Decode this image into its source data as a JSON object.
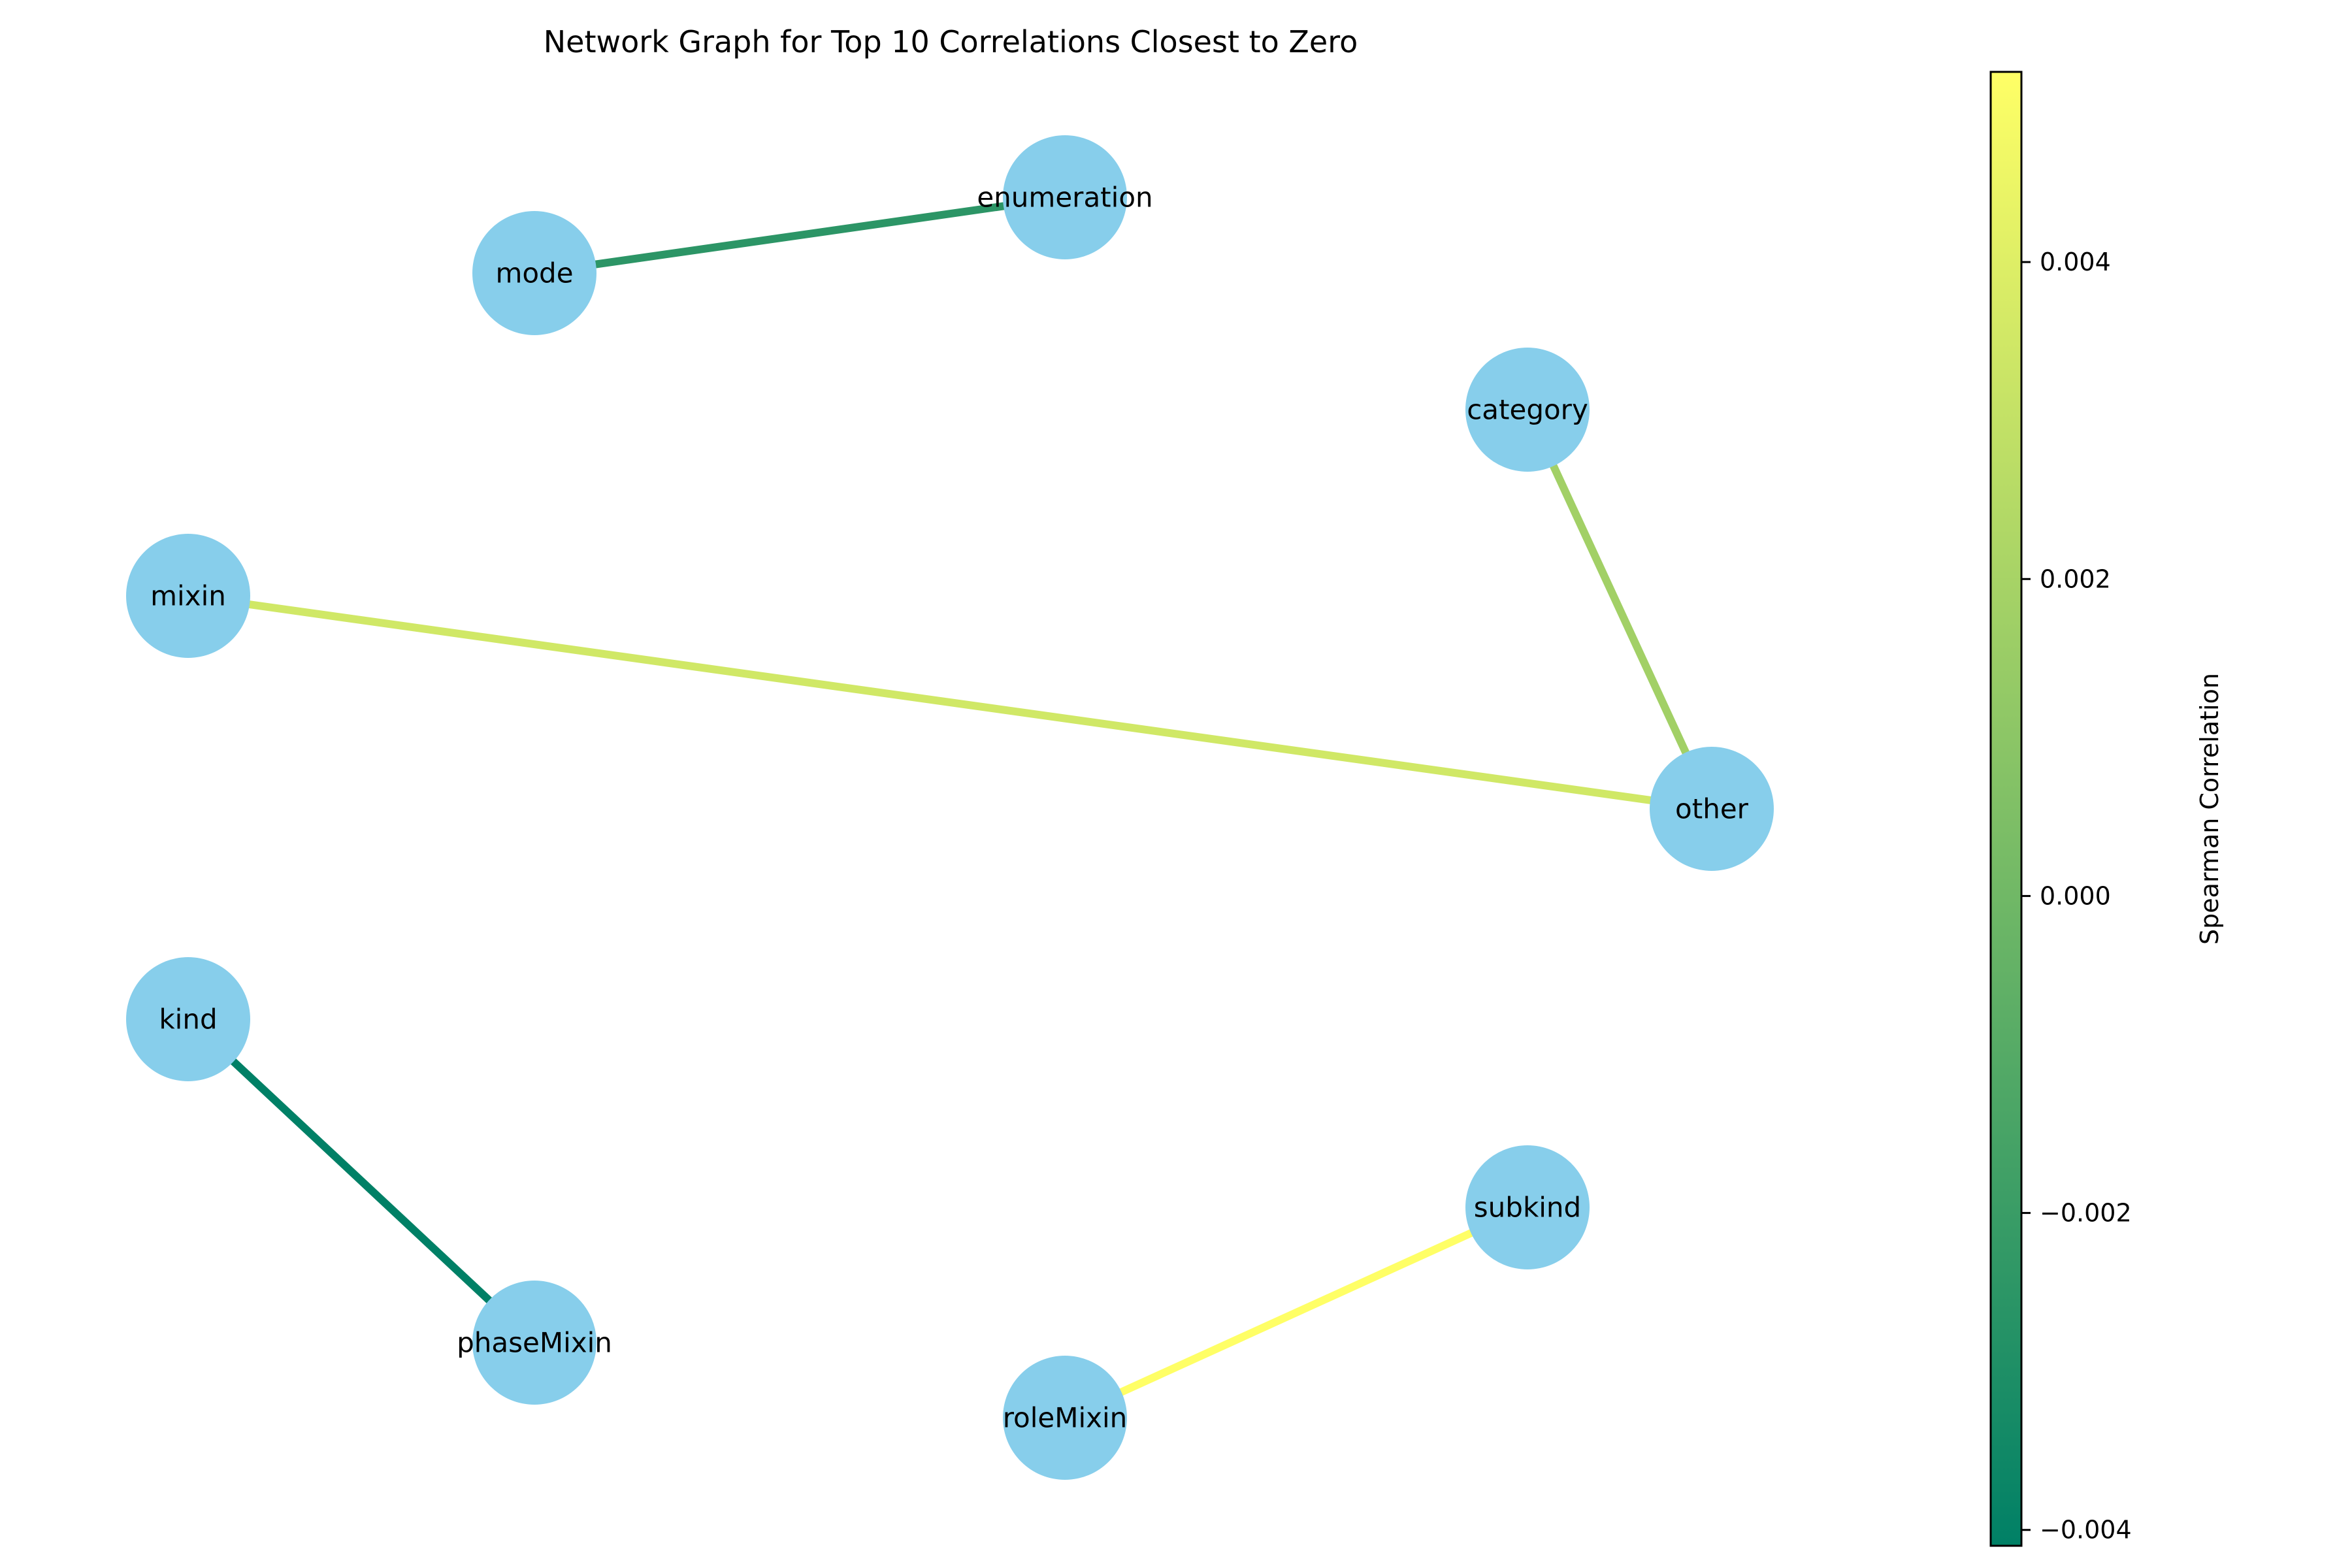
{
  "title": "Network Graph for Top 10 Correlations Closest to Zero",
  "node_color": "#87ceeb",
  "nodes": [
    {
      "id": "mode",
      "label": "mode"
    },
    {
      "id": "enumeration",
      "label": "enumeration"
    },
    {
      "id": "category",
      "label": "category"
    },
    {
      "id": "mixin",
      "label": "mixin"
    },
    {
      "id": "other",
      "label": "other"
    },
    {
      "id": "kind",
      "label": "kind"
    },
    {
      "id": "subkind",
      "label": "subkind"
    },
    {
      "id": "phaseMixin",
      "label": "phaseMixin"
    },
    {
      "id": "roleMixin",
      "label": "roleMixin"
    }
  ],
  "edges": [
    {
      "source": "mode",
      "target": "enumeration",
      "correlation": -0.0025
    },
    {
      "source": "category",
      "target": "other",
      "correlation": 0.0018
    },
    {
      "source": "mixin",
      "target": "other",
      "correlation": 0.0035
    },
    {
      "source": "kind",
      "target": "phaseMixin",
      "correlation": -0.0041
    },
    {
      "source": "roleMixin",
      "target": "subkind",
      "correlation": 0.0052
    }
  ],
  "colorbar": {
    "label": "Spearman Correlation",
    "colormap": "summer",
    "min": -0.0041,
    "max": 0.0052,
    "ticks": [
      "−0.004",
      "−0.002",
      "0.000",
      "0.002",
      "0.004"
    ],
    "tick_values": [
      -0.004,
      -0.002,
      0.0,
      0.002,
      0.004
    ],
    "color_low": "#008066",
    "color_high": "#ffff66"
  }
}
